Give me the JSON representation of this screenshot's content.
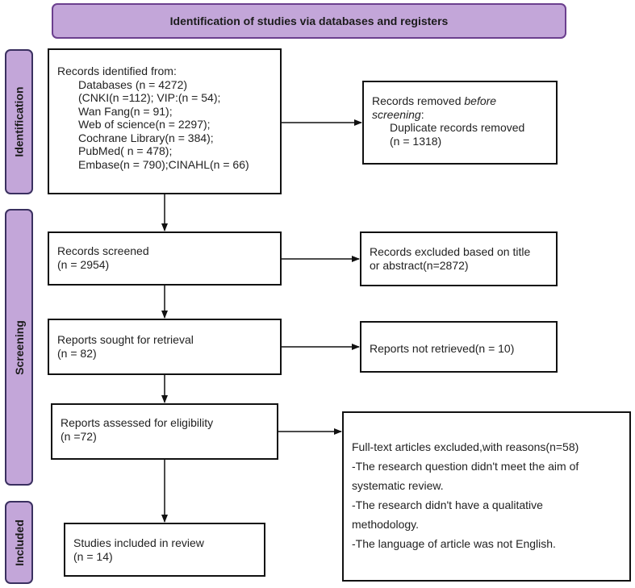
{
  "header": {
    "title": "Identification of studies via databases and registers"
  },
  "phases": {
    "identification": "Identification",
    "screening": "Screening",
    "included": "Included"
  },
  "identification_box": {
    "title": "Records identified from:",
    "lines": [
      "Databases (n = 4272)",
      "(CNKI(n =112); VIP:(n = 54);",
      "Wan Fang(n = 91);",
      "Web of science(n = 2297);",
      "Cochrane Library(n = 384);",
      "PubMed( n = 478);",
      "Embase(n = 790);CINAHL(n = 66)"
    ]
  },
  "removed_box": {
    "line1": "Records removed ",
    "line1_em": "before",
    "line2": "screening",
    "line2_suffix": ":",
    "line3": "Duplicate records removed",
    "line4": "(n = 1318)"
  },
  "screened_box": {
    "line1": "Records screened",
    "line2": "(n = 2954)"
  },
  "excluded_box": {
    "line1": "Records excluded based on title",
    "line2": "or abstract(n=2872)"
  },
  "sought_box": {
    "line1": "Reports sought for retrieval",
    "line2": "(n = 82)"
  },
  "not_retrieved_box": {
    "line1": "Reports not retrieved(n = 10)"
  },
  "assessed_box": {
    "line1": "Reports assessed for eligibility",
    "line2": "(n =72)"
  },
  "fulltext_box": {
    "lines": [
      "Full-text articles excluded,with reasons(n=58)",
      "-The research question didn't meet the aim of",
      "systematic review.",
      "-The research didn't have a qualitative",
      "methodology.",
      "-The language of article was not English."
    ]
  },
  "included_box": {
    "line1": "Studies included in review",
    "line2": "(n = 14)"
  },
  "colors": {
    "phase_fill": "#c3a6d9",
    "phase_border": "#6b3f8e",
    "box_border": "#111111"
  }
}
